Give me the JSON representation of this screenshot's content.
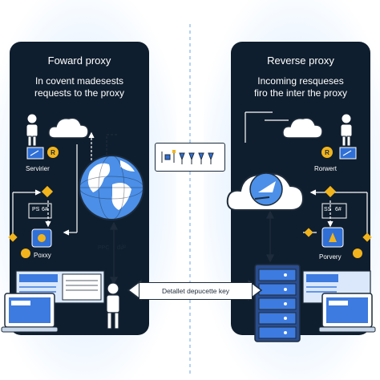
{
  "forward": {
    "title": "Foward proxy",
    "subtitle_line1": "In covent madesests",
    "subtitle_line2": "requests to the proxy",
    "label_server": "Servirier",
    "label_ps": "PS",
    "label_hash": "6#",
    "label_proxy": "Poxxy",
    "label_ppc": "PPC",
    "label_formula": "d∂²"
  },
  "reverse": {
    "title": "Reverse proxy",
    "subtitle_line1": "Incoming resqueses",
    "subtitle_line2": "firo the inter the proxy",
    "label_server": "Rorwert",
    "label_ss": "SS",
    "label_hash": "6#",
    "label_proxy": "Porvery"
  },
  "center_label": "Detallet depucette key",
  "colors": {
    "panel": "#0f1e2e",
    "accent_blue": "#2f6fd6",
    "accent_yellow": "#f2b41c",
    "ui_blue": "#3d7be0"
  }
}
